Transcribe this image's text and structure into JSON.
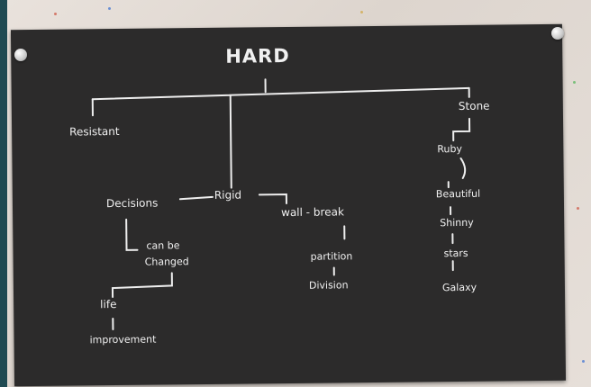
{
  "board": {
    "title": "HARD",
    "resistant": "Resistant",
    "rigid": "Rigid",
    "stone": "Stone",
    "decisions": "Decisions",
    "can_be": "can be",
    "changed": "Changed",
    "life": "life",
    "improvement": "improvement",
    "wall_break": "wall - break",
    "partition": "partition",
    "division": "Division",
    "ruby": "Ruby",
    "beautiful": "Beautiful",
    "shinny": "Shinny",
    "stars": "stars",
    "galaxy": "Galaxy"
  },
  "colors": {
    "board": "#2c2b2b",
    "chalk": "#f0f0f0",
    "wall": "#e6dfd9",
    "frame": "#1f4a52"
  }
}
